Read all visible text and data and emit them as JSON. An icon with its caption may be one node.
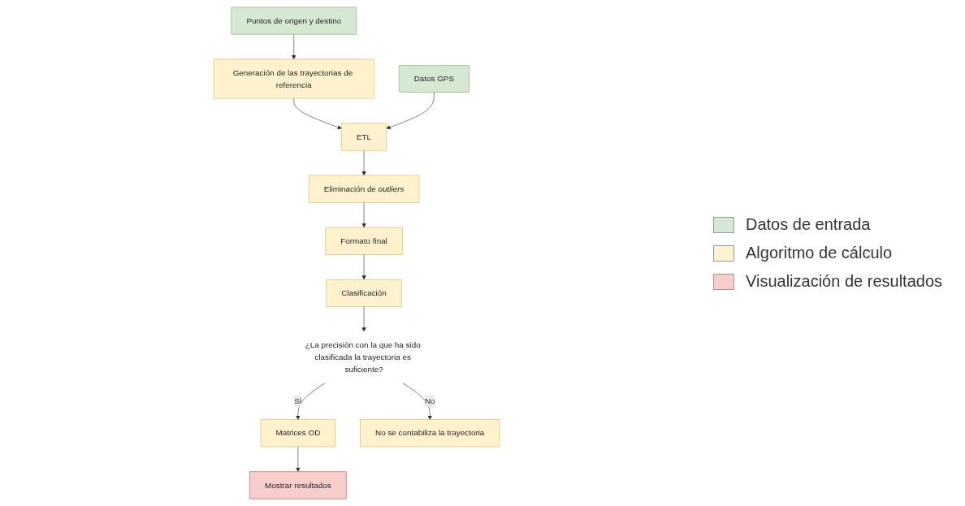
{
  "diagram": {
    "nodes": [
      {
        "text": [
          "Generación de las trayectorias de referencia"
        ]
      },
      {
        "text": [
          "Puntos de origen y destino"
        ]
      },
      {
        "text": [
          "Datos GPS"
        ]
      },
      {
        "text": [
          "ETL"
        ]
      },
      {
        "text": [
          "Eliminación de *outliers*"
        ]
      },
      {
        "text": [
          "Formato final"
        ]
      },
      {
        "text": [
          "Clasificación"
        ]
      },
      {
        "text": [
          "¿La precisión con la que ha sido clasificada la trayectoria es suficiente?"
        ]
      },
      {
        "text": [
          "Matrices OD"
        ]
      },
      {
        "text": [
          "Mostrar resultados"
        ]
      },
      {
        "text": [
          "No se contabiliza la trayectoria"
        ]
      }
    ],
    "edges": [
      {
        "from": 1,
        "to": 0,
        "arrow": "to"
      },
      {
        "from": 0,
        "to": 3,
        "arrow": "to"
      },
      {
        "from": 2,
        "to": 3,
        "arrow": "to"
      },
      {
        "from": 3,
        "to": 4,
        "arrow": "to"
      },
      {
        "from": 4,
        "to": 5,
        "arrow": "to"
      },
      {
        "from": 5,
        "to": 6,
        "arrow": "to"
      },
      {
        "from": 6,
        "to": 7,
        "arrow": "to"
      },
      {
        "from": 7,
        "to": 8,
        "label": "Sí",
        "arrow": "to"
      },
      {
        "from": 7,
        "to": 10,
        "label": "No",
        "arrow": "to"
      },
      {
        "from": 8,
        "to": 9,
        "arrow": "to"
      }
    ],
    "legend": [
      {
        "text": "Datos de entrada",
        "color": "#d5e8d4"
      },
      {
        "text": "Algoritmo de cálculo",
        "color": "#fff2cc"
      },
      {
        "text": "Visualización de resultados",
        "color": "#f8cecc"
      }
    ]
  }
}
